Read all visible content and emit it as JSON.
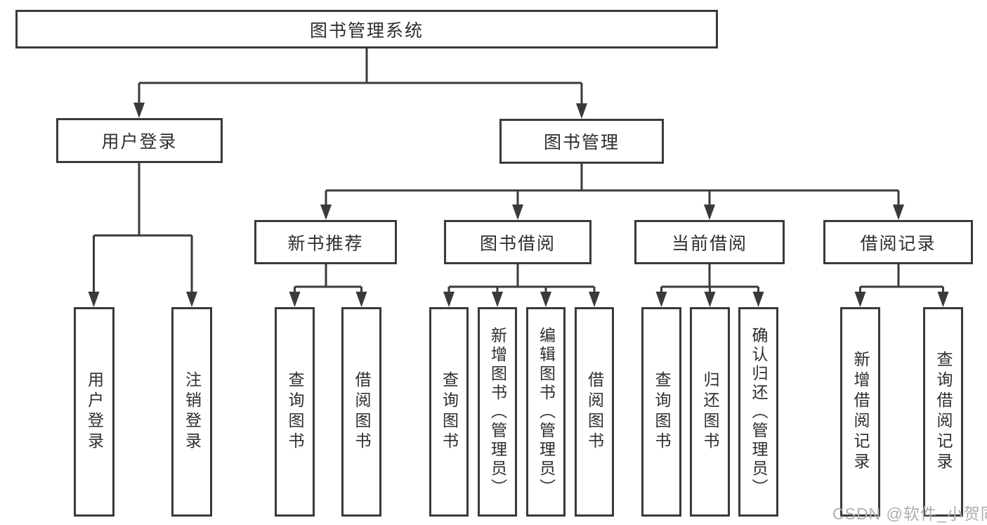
{
  "tree": {
    "root": "图书管理系统",
    "branches": [
      {
        "label": "用户登录",
        "children": [
          {
            "label": "用户登录"
          },
          {
            "label": "注销登录"
          }
        ]
      },
      {
        "label": "图书管理",
        "children": [
          {
            "label": "新书推荐",
            "children": [
              {
                "label": "查询图书"
              },
              {
                "label": "借阅图书"
              }
            ]
          },
          {
            "label": "图书借阅",
            "children": [
              {
                "label": "查询图书"
              },
              {
                "label": "新增图书（管理员）"
              },
              {
                "label": "编辑图书（管理员）"
              },
              {
                "label": "借阅图书"
              }
            ]
          },
          {
            "label": "当前借阅",
            "children": [
              {
                "label": "查询图书"
              },
              {
                "label": "归还图书"
              },
              {
                "label": "确认归还（管理员）"
              }
            ]
          },
          {
            "label": "借阅记录",
            "children": [
              {
                "label": "新增借阅记录"
              },
              {
                "label": "查询借阅记录"
              }
            ]
          }
        ]
      }
    ]
  },
  "colors": {
    "line": "#3a3a3a",
    "text": "#2e2e2e",
    "watermark_gray": "#aeaeae",
    "background": "#ffffff"
  },
  "watermark": {
    "text": "CSDN @软件_小贺同学"
  }
}
